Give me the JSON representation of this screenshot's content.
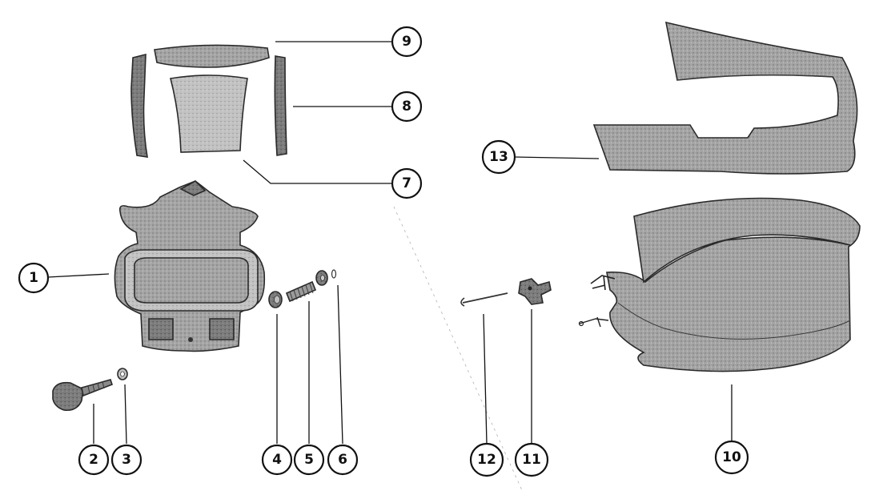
{
  "callouts": [
    {
      "id": "1",
      "label": "1"
    },
    {
      "id": "2",
      "label": "2"
    },
    {
      "id": "3",
      "label": "3"
    },
    {
      "id": "4",
      "label": "4"
    },
    {
      "id": "5",
      "label": "5"
    },
    {
      "id": "6",
      "label": "6"
    },
    {
      "id": "7",
      "label": "7"
    },
    {
      "id": "8",
      "label": "8"
    },
    {
      "id": "9",
      "label": "9"
    },
    {
      "id": "10",
      "label": "10"
    },
    {
      "id": "11",
      "label": "11"
    },
    {
      "id": "12",
      "label": "12"
    },
    {
      "id": "13",
      "label": "13"
    }
  ],
  "colors": {
    "ink": "#111111",
    "part_fill": "#9a9a9a",
    "part_fill_light": "#b8b8b8",
    "part_fill_dark": "#707070",
    "background": "#ffffff"
  }
}
